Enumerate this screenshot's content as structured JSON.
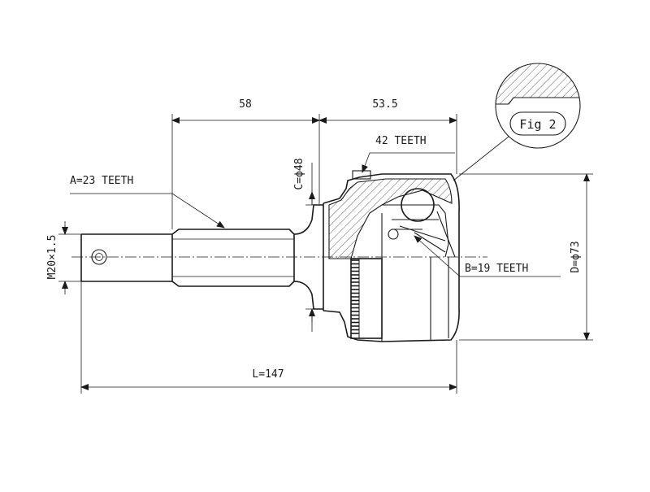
{
  "colors": {
    "line": "#1a1a1a",
    "background": "#ffffff"
  },
  "dimensions": {
    "length_58": "58",
    "length_53_5": "53.5",
    "c_diameter": "C=ϕ48",
    "d_diameter": "D=ϕ73",
    "m20": "M20×1.5",
    "total_length": "L=147"
  },
  "callouts": {
    "teeth_42": "42 TEETH",
    "teeth_a": "A=23 TEETH",
    "teeth_b": "B=19 TEETH"
  },
  "figure": {
    "label": "Fig 2"
  }
}
